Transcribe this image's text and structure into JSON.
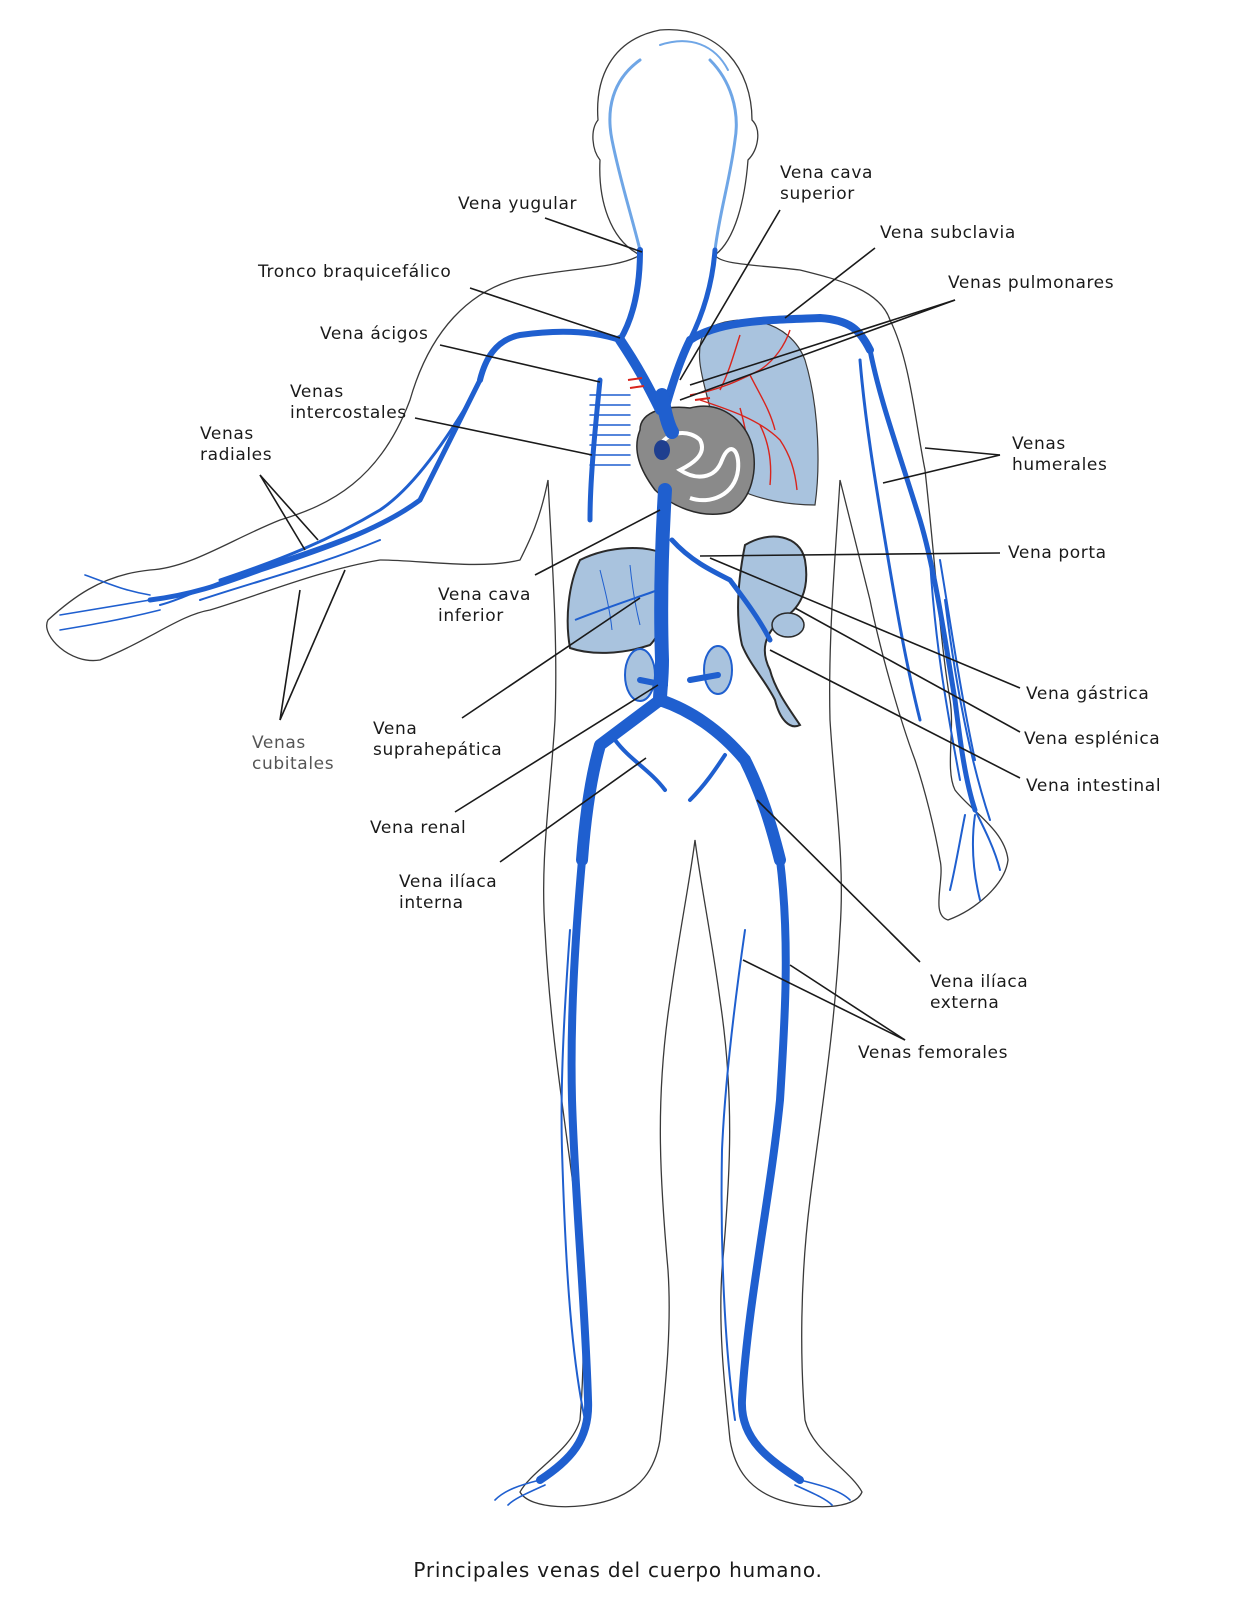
{
  "caption": "Principales venas del cuerpo humano.",
  "colors": {
    "vein": "#1f5fcf",
    "vein_light": "#6fa6e6",
    "artery": "#d9241c",
    "outline": "#3a3a3a",
    "organ_fill": "#a9c3de",
    "heart": "#707070"
  },
  "labels": {
    "vena_yugular": "Vena yugular",
    "vena_cava_superior": [
      "Vena cava",
      "superior"
    ],
    "vena_subclavia": "Vena subclavia",
    "venas_pulmonares": "Venas pulmonares",
    "tronco_braquiocefalico": "Tronco braquicefálico",
    "vena_acigos": "Vena ácigos",
    "venas_intercostales": [
      "Venas",
      "intercostales"
    ],
    "venas_radiales": [
      "Venas",
      "radiales"
    ],
    "venas_humerales": [
      "Venas",
      "humerales"
    ],
    "vena_porta": "Vena porta",
    "vena_cava_inferior": [
      "Vena cava",
      "inferior"
    ],
    "vena_gastrica": "Vena gástrica",
    "vena_esplenica": "Vena esplénica",
    "vena_intestinal": "Vena intestinal",
    "venas_cubitales": [
      "Venas",
      "cubitales"
    ],
    "vena_suprahepatica": [
      "Vena",
      "suprahepática"
    ],
    "vena_renal": "Vena renal",
    "vena_iliaca_interna": [
      "Vena ilíaca",
      "interna"
    ],
    "vena_iliaca_externa": [
      "Vena ilíaca",
      "externa"
    ],
    "venas_femorales": "Venas femorales"
  }
}
